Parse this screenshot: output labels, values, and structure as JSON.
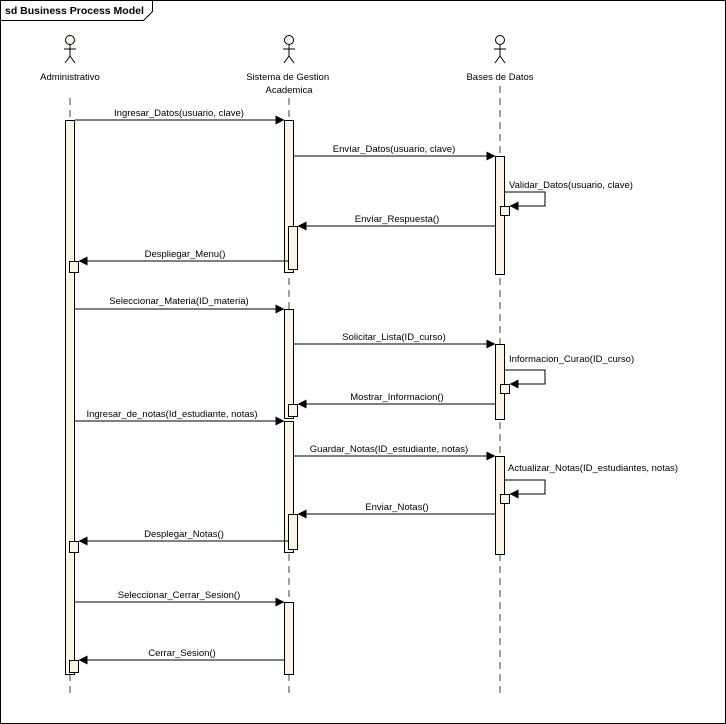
{
  "frame": {
    "title": "sd Business Process Model"
  },
  "actors": [
    {
      "id": "admin",
      "label": "Administrativo"
    },
    {
      "id": "sistema",
      "label": "Sistema de Gestion Academica"
    },
    {
      "id": "bd",
      "label": "Bases de Datos"
    }
  ],
  "messages": [
    {
      "from": "admin",
      "to": "sistema",
      "label": "Ingresar_Datos(usuario, clave)"
    },
    {
      "from": "sistema",
      "to": "bd",
      "label": "Envíar_Datos(usuario, clave)"
    },
    {
      "from": "bd",
      "to": "bd",
      "label": "Validar_Datos(usuario, clave)"
    },
    {
      "from": "bd",
      "to": "sistema",
      "label": "Envíar_Respuesta()"
    },
    {
      "from": "sistema",
      "to": "admin",
      "label": "Despliegar_Menu()"
    },
    {
      "from": "admin",
      "to": "sistema",
      "label": "Seleccionar_Materia(ID_materia)"
    },
    {
      "from": "sistema",
      "to": "bd",
      "label": "Solicitar_Lista(ID_curso)"
    },
    {
      "from": "bd",
      "to": "bd",
      "label": "Informacion_Curao(ID_curso)"
    },
    {
      "from": "bd",
      "to": "sistema",
      "label": "Mostrar_Informacion()"
    },
    {
      "from": "admin",
      "to": "sistema",
      "label": "Ingresar_de_notas(Id_estudiante, notas)"
    },
    {
      "from": "sistema",
      "to": "bd",
      "label": "Guardar_Notas(ID_estudiante, notas)"
    },
    {
      "from": "bd",
      "to": "bd",
      "label": "Actualizar_Notas(ID_estudiantes, notas)"
    },
    {
      "from": "bd",
      "to": "sistema",
      "label": "Enviar_Notas()"
    },
    {
      "from": "sistema",
      "to": "admin",
      "label": "Desplegar_Notas()"
    },
    {
      "from": "admin",
      "to": "sistema",
      "label": "Seleccionar_Cerrar_Sesion()"
    },
    {
      "from": "sistema",
      "to": "admin",
      "label": "Cerrar_Sesion()"
    }
  ],
  "colors": {
    "activation_fill": "#fbf5e8",
    "line": "#000000",
    "lifeline": "#444444"
  }
}
